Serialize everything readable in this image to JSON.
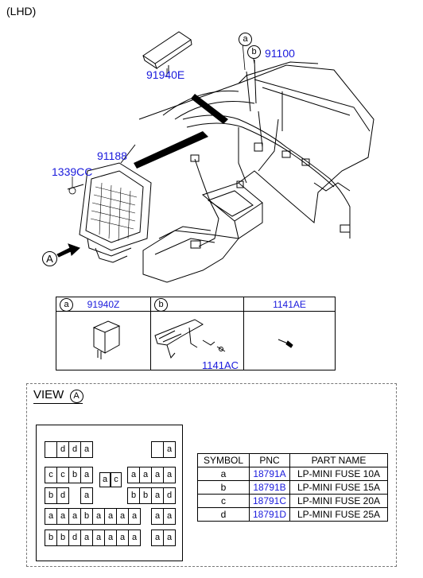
{
  "header": {
    "variant": "(LHD)"
  },
  "callouts": {
    "circle_a": "a",
    "circle_b": "b",
    "p91100": "91100",
    "p91940e": "91940E",
    "p91188": "91188",
    "p1339cc": "1339CC",
    "view_marker": "A"
  },
  "parts_table": {
    "cols": [
      {
        "symbol": "a",
        "pnc": "91940Z"
      },
      {
        "symbol": "b",
        "pnc": ""
      },
      {
        "symbol": "",
        "pnc": "1141AE"
      }
    ],
    "extra_label": "1141AC"
  },
  "view": {
    "title": "VIEW",
    "marker": "A"
  },
  "fuse_layout": {
    "rows": [
      [
        "",
        "d",
        "d",
        "a",
        "",
        "",
        "",
        "",
        "",
        "",
        "a"
      ],
      [
        "c",
        "c",
        "b",
        "a",
        "a",
        "c",
        "a",
        "a",
        "a",
        "a"
      ],
      [
        "b",
        "d",
        "",
        "a",
        "",
        "",
        "b",
        "b",
        "a",
        "d"
      ],
      [
        "a",
        "a",
        "a",
        "b",
        "a",
        "a",
        "a",
        "a",
        "a",
        "a"
      ],
      [
        "b",
        "b",
        "d",
        "a",
        "a",
        "a",
        "a",
        "a",
        "a",
        "a"
      ]
    ]
  },
  "fuse_table": {
    "headers": [
      "SYMBOL",
      "PNC",
      "PART NAME"
    ],
    "rows": [
      [
        "a",
        "18791A",
        "LP-MINI FUSE 10A"
      ],
      [
        "b",
        "18791B",
        "LP-MINI FUSE 15A"
      ],
      [
        "c",
        "18791C",
        "LP-MINI FUSE 20A"
      ],
      [
        "d",
        "18791D",
        "LP-MINI FUSE 25A"
      ]
    ]
  },
  "colors": {
    "label_blue": "#1a1adc",
    "line": "#000000"
  }
}
